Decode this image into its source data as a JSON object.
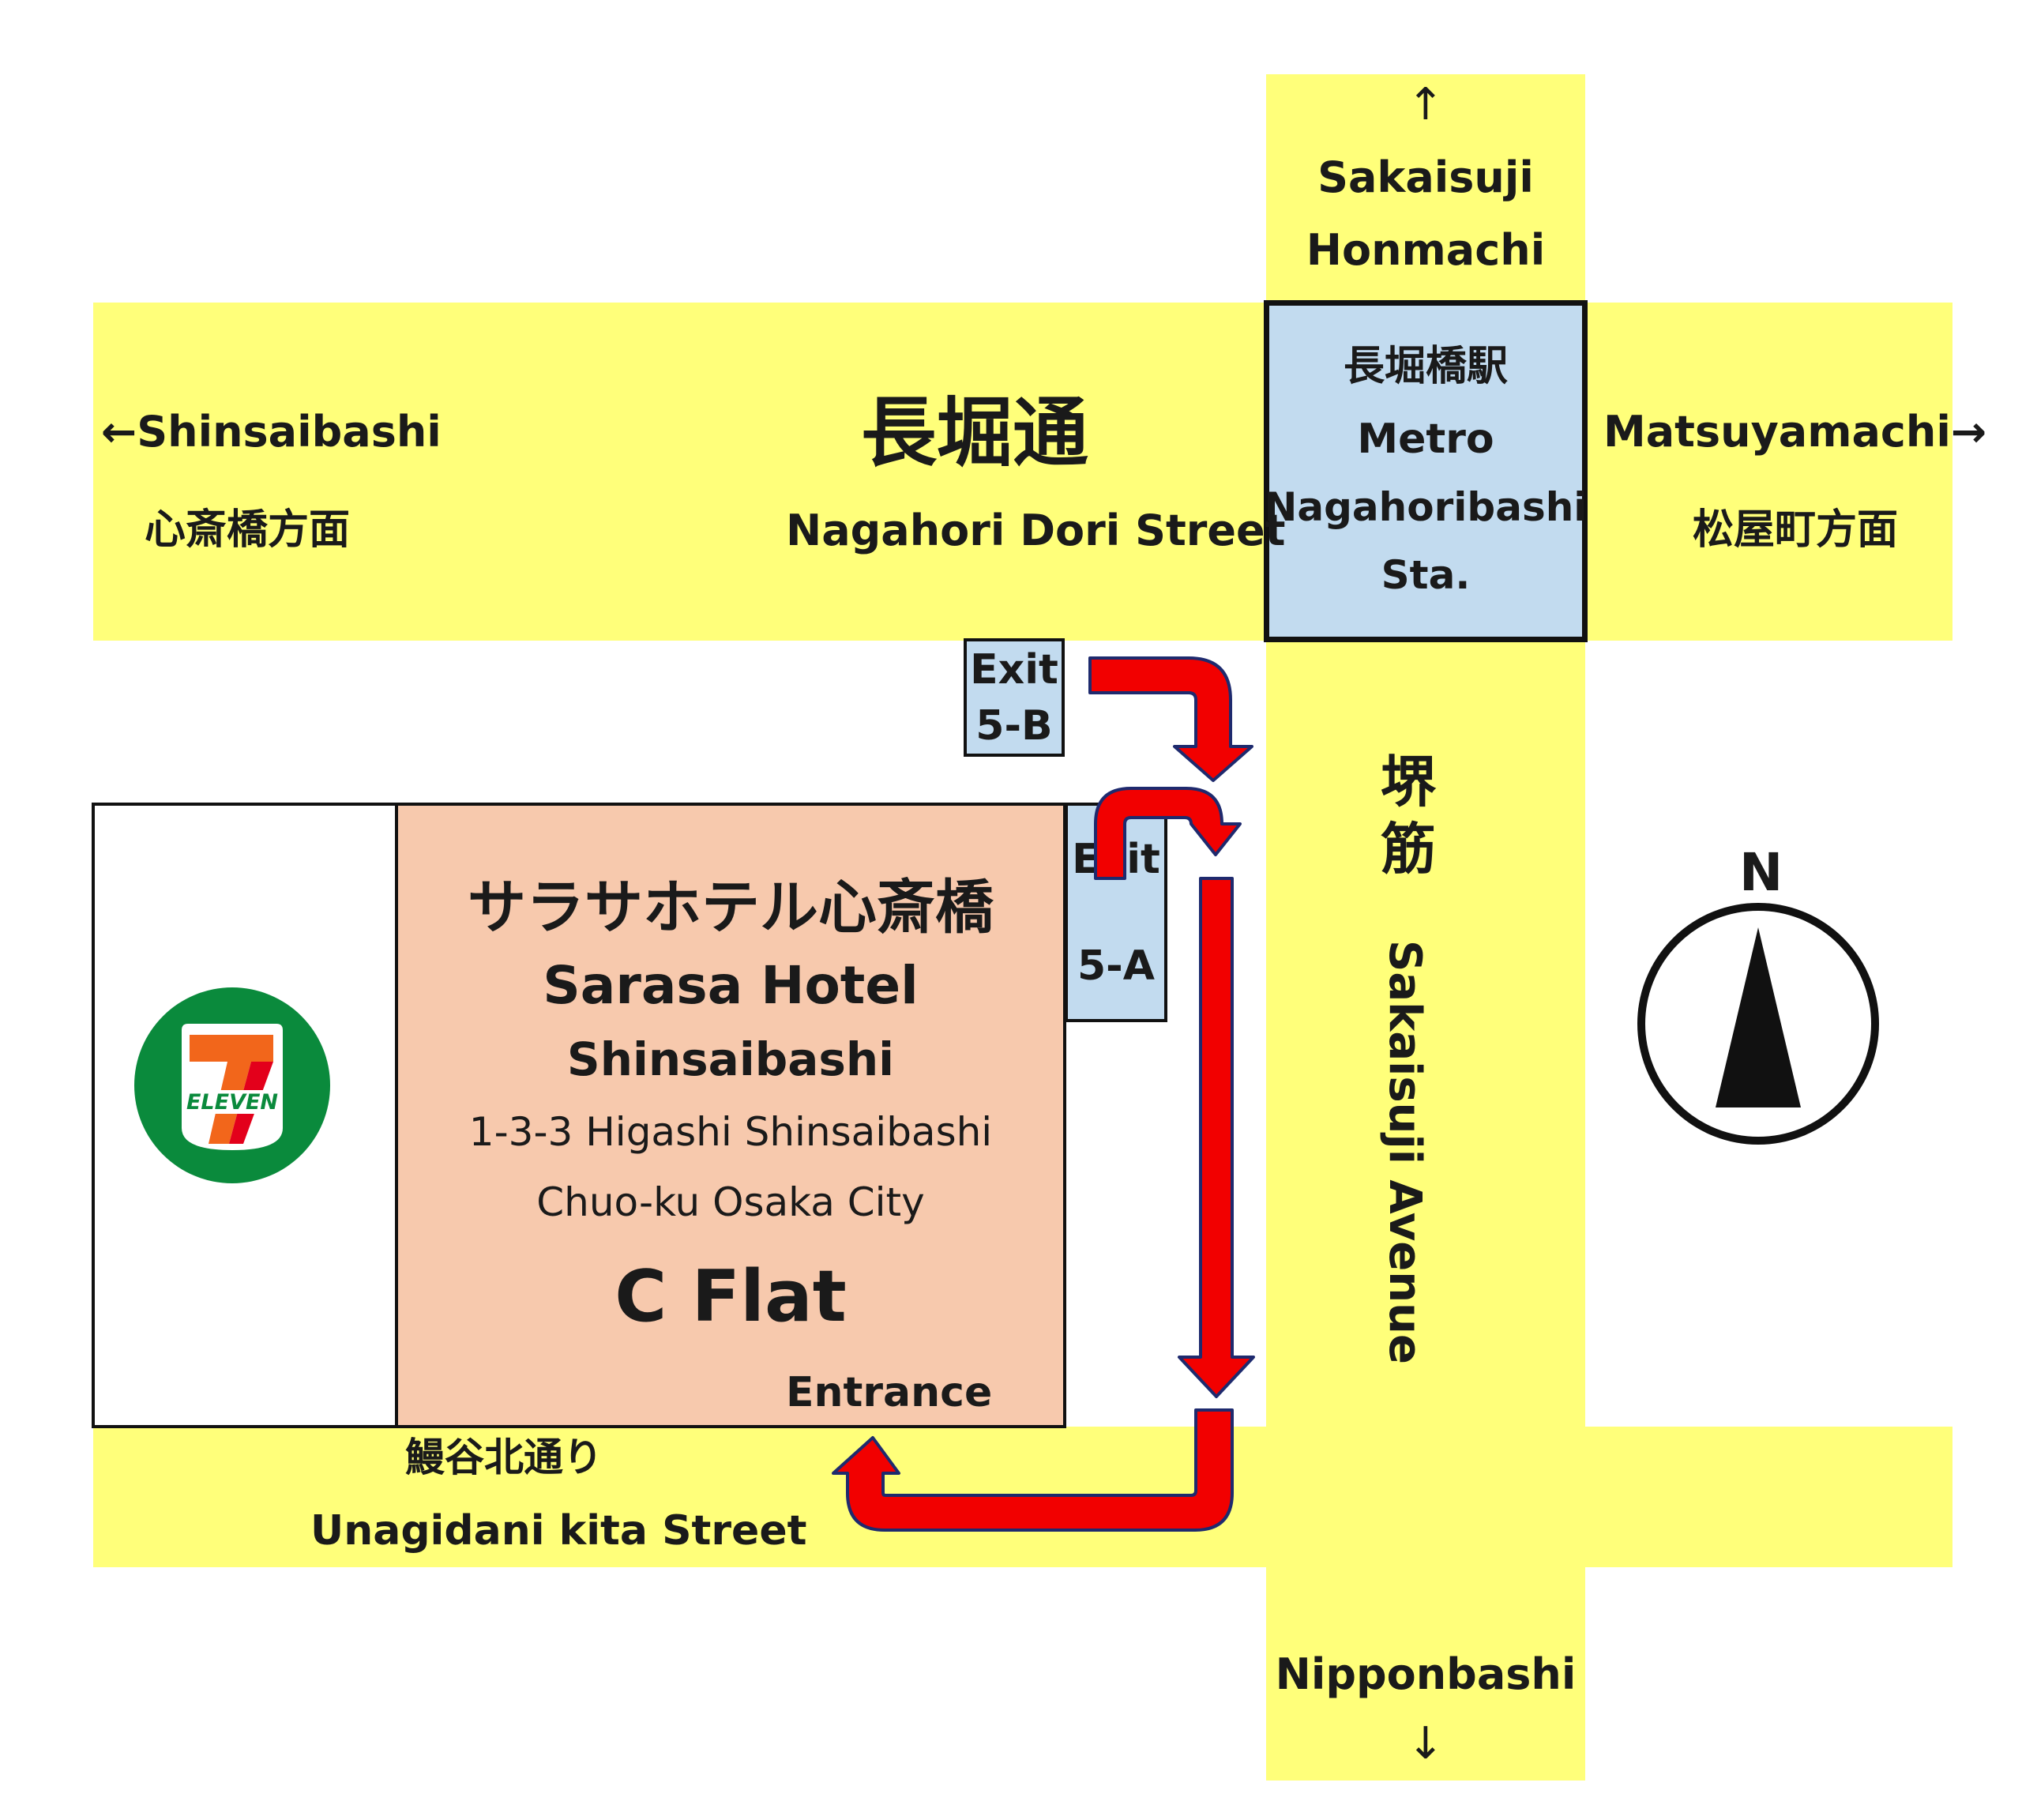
{
  "roads": {
    "nagahori": {
      "name_ja": "長堀通",
      "name_en": "Nagahori Dori Street",
      "west_en": "←Shinsaibashi",
      "west_ja": "心斎橋方面",
      "east_en": "Matsuyamachi→",
      "east_ja": "松屋町方面"
    },
    "sakaisuji": {
      "name_ja_1": "堺",
      "name_ja_2": "筋",
      "name_en": "Sakaisuji Avenue",
      "north_arrow": "↑",
      "north_1": "Sakaisuji",
      "north_2": "Honmachi",
      "south": "Nipponbashi",
      "south_arrow": "↓"
    },
    "unagidani": {
      "name_ja": "鰻谷北通り",
      "name_en": "Unagidani kita Street"
    }
  },
  "station": {
    "line1": "長堀橋駅",
    "line2": "Metro",
    "line3": "Nagahoribashi",
    "line4": "Sta."
  },
  "exits": {
    "exit_5b": {
      "line1": "Exit",
      "line2": "5-B"
    },
    "exit_5a": {
      "line1": "Exit",
      "line2": "5-A"
    }
  },
  "hotel": {
    "name_ja": "サラサホテル心斎橋",
    "name_en_1": "Sarasa Hotel",
    "name_en_2": "Shinsaibashi",
    "address_1": "1-3-3 Higashi Shinsaibashi",
    "address_2": "Chuo-ku Osaka City",
    "building": "C Flat",
    "entrance": "Entrance"
  },
  "convenience_store": {
    "logo_text": "ELEVEN",
    "logo_number": "7",
    "logo_icon": "seven-eleven-logo"
  },
  "compass": {
    "label": "N",
    "icon": "north-compass-icon"
  },
  "colors": {
    "road": "#ffff7a",
    "station": "#c2dbef",
    "hotel": "#f7c9ad",
    "route_arrow": "#f20000",
    "route_outline": "#1e2a6e",
    "logo_green": "#0a8a3c",
    "logo_orange": "#f2661b",
    "logo_red": "#e3001b"
  }
}
